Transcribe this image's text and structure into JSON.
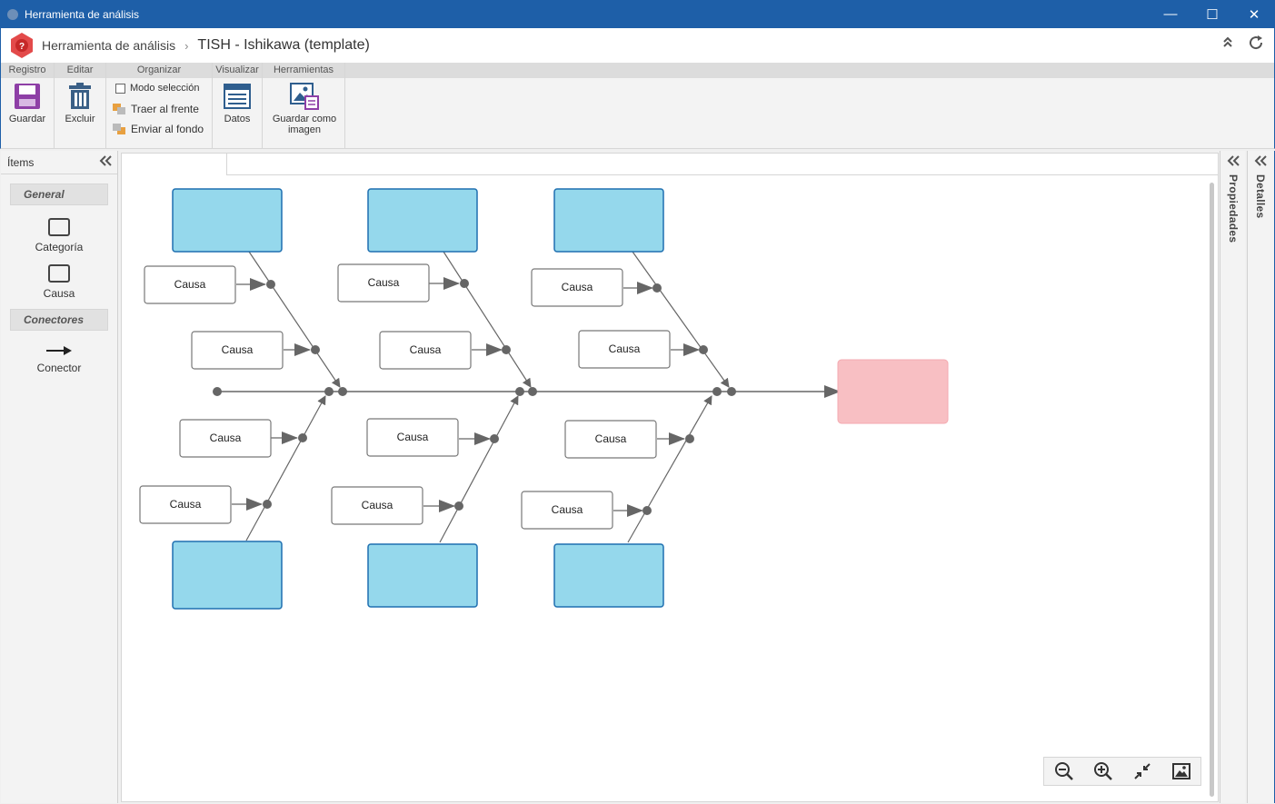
{
  "window": {
    "title": "Herramienta de análisis",
    "minimize": "—",
    "maximize": "☐",
    "close": "✕"
  },
  "header": {
    "breadcrumb": "Herramienta de análisis",
    "separator": "›",
    "page_title": "TISH - Ishikawa (template)",
    "collapse_icon": "double-chevron-up-icon",
    "refresh_icon": "refresh-icon"
  },
  "ribbon": {
    "groups": {
      "registro": "Registro",
      "editar": "Editar",
      "organizar": "Organizar",
      "visualizar": "Visualizar",
      "herramientas": "Herramientas"
    },
    "guardar": "Guardar",
    "excluir": "Excluir",
    "modo_seleccion": "Modo selección",
    "traer_frente": "Traer al frente",
    "enviar_fondo": "Enviar al fondo",
    "datos": "Datos",
    "guardar_imagen_line1": "Guardar como",
    "guardar_imagen_line2": "imagen"
  },
  "left_panel": {
    "title": "Ítems",
    "section_general": "General",
    "categoria": "Categoría",
    "causa": "Causa",
    "section_conectores": "Conectores",
    "conector": "Conector"
  },
  "diagram": {
    "cause_labels": [
      "Causa",
      "Causa",
      "Causa",
      "Causa",
      "Causa",
      "Causa",
      "Causa",
      "Causa",
      "Causa",
      "Causa",
      "Causa",
      "Causa"
    ],
    "category_color": "#95d8ec",
    "category_border": "#1e6fb0",
    "effect_color": "#f8bfc3",
    "line_color": "#666666"
  },
  "right_rails": {
    "propiedades": "Propiedades",
    "detalles": "Detalles"
  },
  "zoom_toolbar": [
    "zoom-out-icon",
    "zoom-in-icon",
    "fit-icon",
    "image-export-icon"
  ]
}
